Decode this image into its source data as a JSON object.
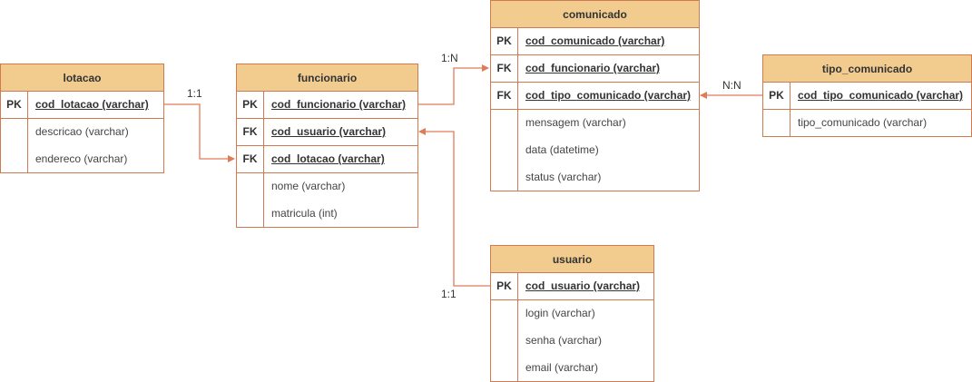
{
  "colors": {
    "border": "#d07a52",
    "header": "#f2cc8f",
    "connector": "#e07b5a"
  },
  "entities": {
    "lotacao": {
      "title": "lotacao",
      "keys": [
        {
          "kind": "PK",
          "field": "cod_lotacao (varchar)"
        }
      ],
      "attributes": [
        "descricao (varchar)",
        "endereco (varchar)"
      ]
    },
    "funcionario": {
      "title": "funcionario",
      "keys": [
        {
          "kind": "PK",
          "field": "cod_funcionario (varchar)"
        },
        {
          "kind": "FK",
          "field": "cod_usuario (varchar)"
        },
        {
          "kind": "FK",
          "field": "cod_lotacao (varchar)"
        }
      ],
      "attributes": [
        "nome (varchar)",
        "matricula (int)"
      ]
    },
    "comunicado": {
      "title": "comunicado",
      "keys": [
        {
          "kind": "PK",
          "field": "cod_comunicado (varchar)"
        },
        {
          "kind": "FK",
          "field": "cod_funcionario (varchar)"
        },
        {
          "kind": "FK",
          "field": "cod_tipo_comunicado (varchar)"
        }
      ],
      "attributes": [
        "mensagem (varchar)",
        "data (datetime)",
        "status (varchar)"
      ]
    },
    "tipo_comunicado": {
      "title": "tipo_comunicado",
      "keys": [
        {
          "kind": "PK",
          "field": "cod_tipo_comunicado (varchar)"
        }
      ],
      "attributes": [
        "tipo_comunicado (varchar)"
      ]
    },
    "usuario": {
      "title": "usuario",
      "keys": [
        {
          "kind": "PK",
          "field": "cod_usuario (varchar)"
        }
      ],
      "attributes": [
        "login (varchar)",
        "senha (varchar)",
        "email (varchar)"
      ]
    }
  },
  "relationships": {
    "lotacao_funcionario": "1:1",
    "funcionario_comunicado": "1:N",
    "tipo_comunicado_comunicado": "N:N",
    "usuario_funcionario": "1:1"
  }
}
